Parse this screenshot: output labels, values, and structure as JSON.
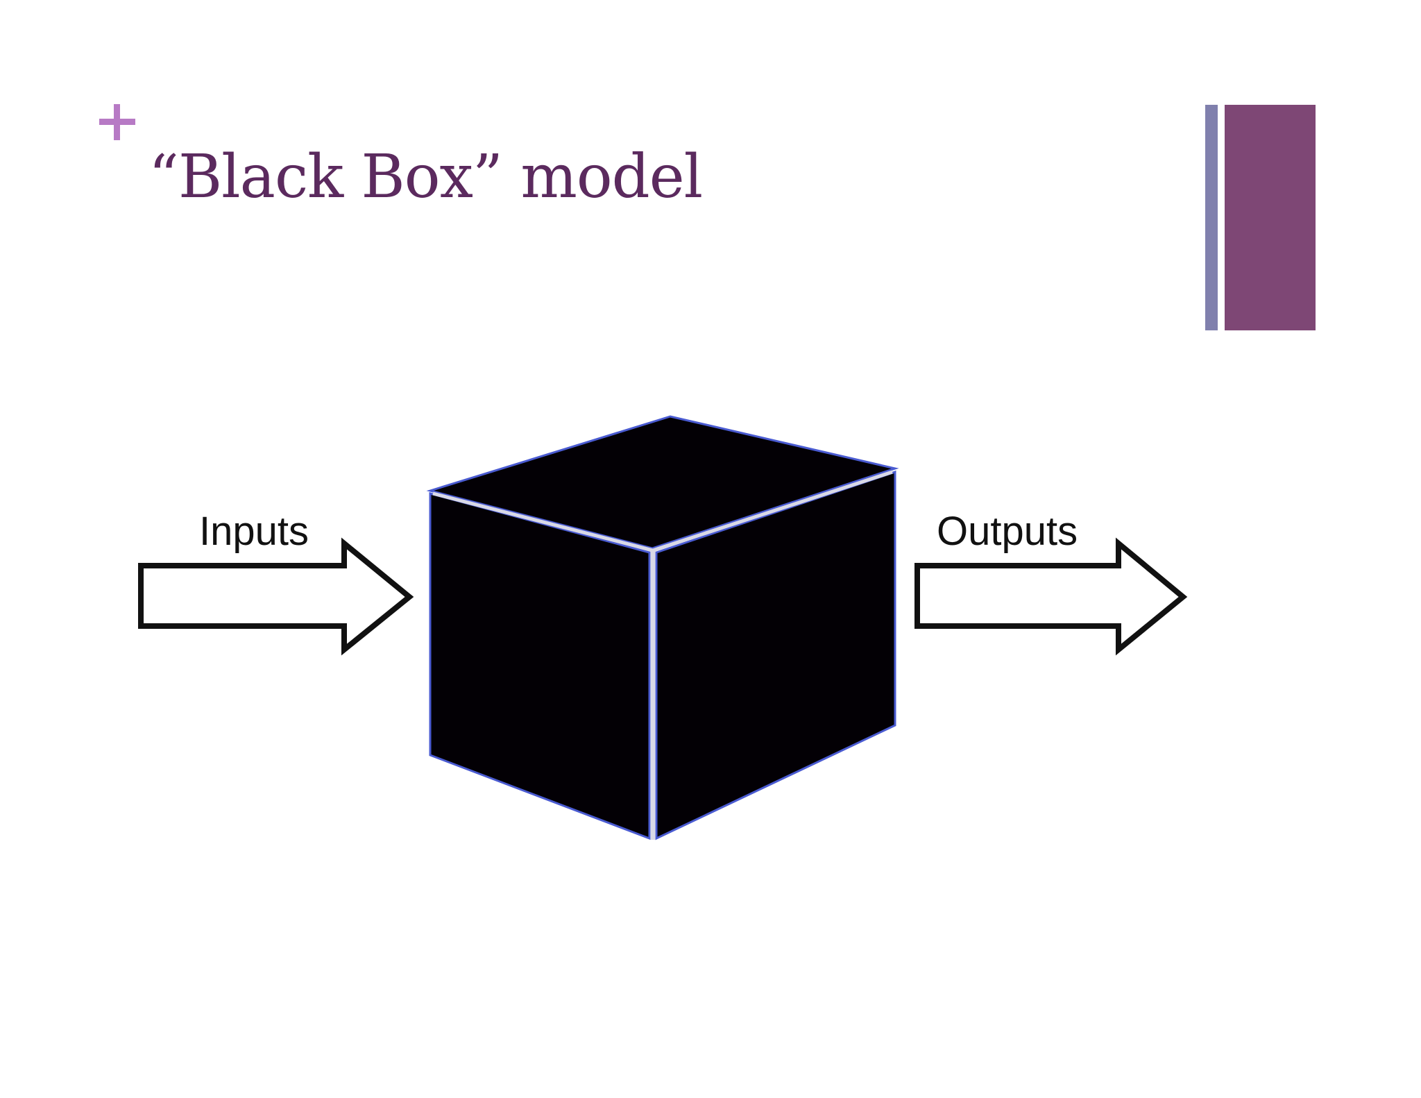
{
  "slide": {
    "title": "“Black Box” model"
  },
  "diagram": {
    "input_label": "Inputs",
    "output_label": "Outputs"
  },
  "colors": {
    "title": "#5b2a5e",
    "plus_mark": "#b77ac5",
    "accent_thin": "#8080ad",
    "accent_thick": "#7e4775",
    "box_fill": "#030005",
    "box_outline": "#4a5bd1",
    "arrow_stroke": "#111111",
    "arrow_fill": "#ffffff"
  },
  "icons": {
    "corner_mark": "plus-icon"
  }
}
